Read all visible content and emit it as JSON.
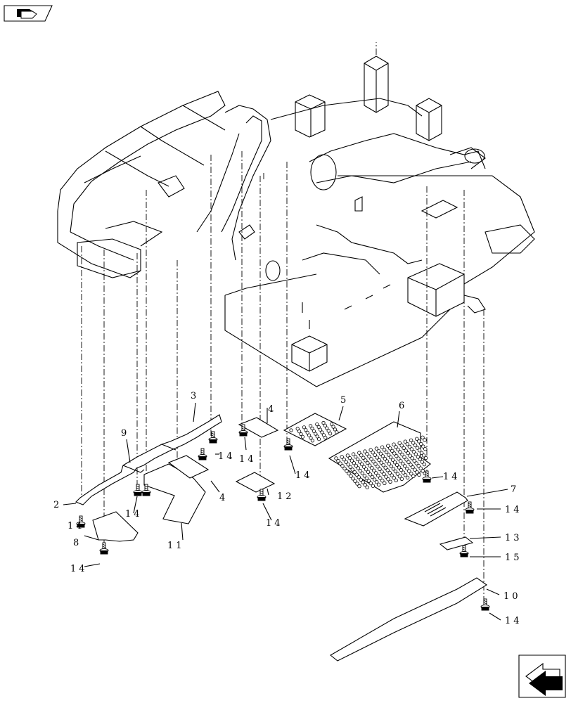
{
  "labels": {
    "l2": "2",
    "l3": "3",
    "l4a": "4",
    "l4b": "4",
    "l5": "5",
    "l6": "6",
    "l7": "7",
    "l8": "8",
    "l9": "9",
    "l10": "10",
    "l11": "11",
    "l12": "12",
    "l13": "13",
    "l14": "14",
    "l15": "15"
  },
  "icons": {
    "top_left": "book-icon",
    "bottom_right": "next-page-arrow-icon"
  }
}
